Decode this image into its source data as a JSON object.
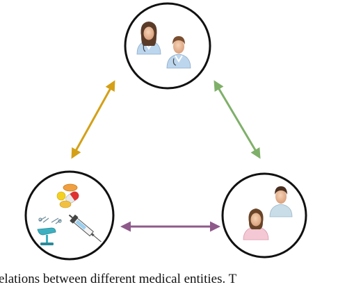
{
  "caption": "elations between different medical entities. T",
  "nodes": [
    {
      "id": "doctors",
      "icons": [
        "female-doctor-icon",
        "male-doctor-icon"
      ]
    },
    {
      "id": "treatments",
      "icons": [
        "pills-icon",
        "surgical-tools-icon",
        "operating-chair-icon",
        "syringe-icon"
      ]
    },
    {
      "id": "patients",
      "icons": [
        "male-patient-icon",
        "female-patient-icon"
      ]
    }
  ],
  "edges": [
    {
      "from": "doctors",
      "to": "treatments",
      "color": "#d4a017"
    },
    {
      "from": "doctors",
      "to": "patients",
      "color": "#7fb069"
    },
    {
      "from": "treatments",
      "to": "patients",
      "color": "#8e5a8a"
    }
  ]
}
